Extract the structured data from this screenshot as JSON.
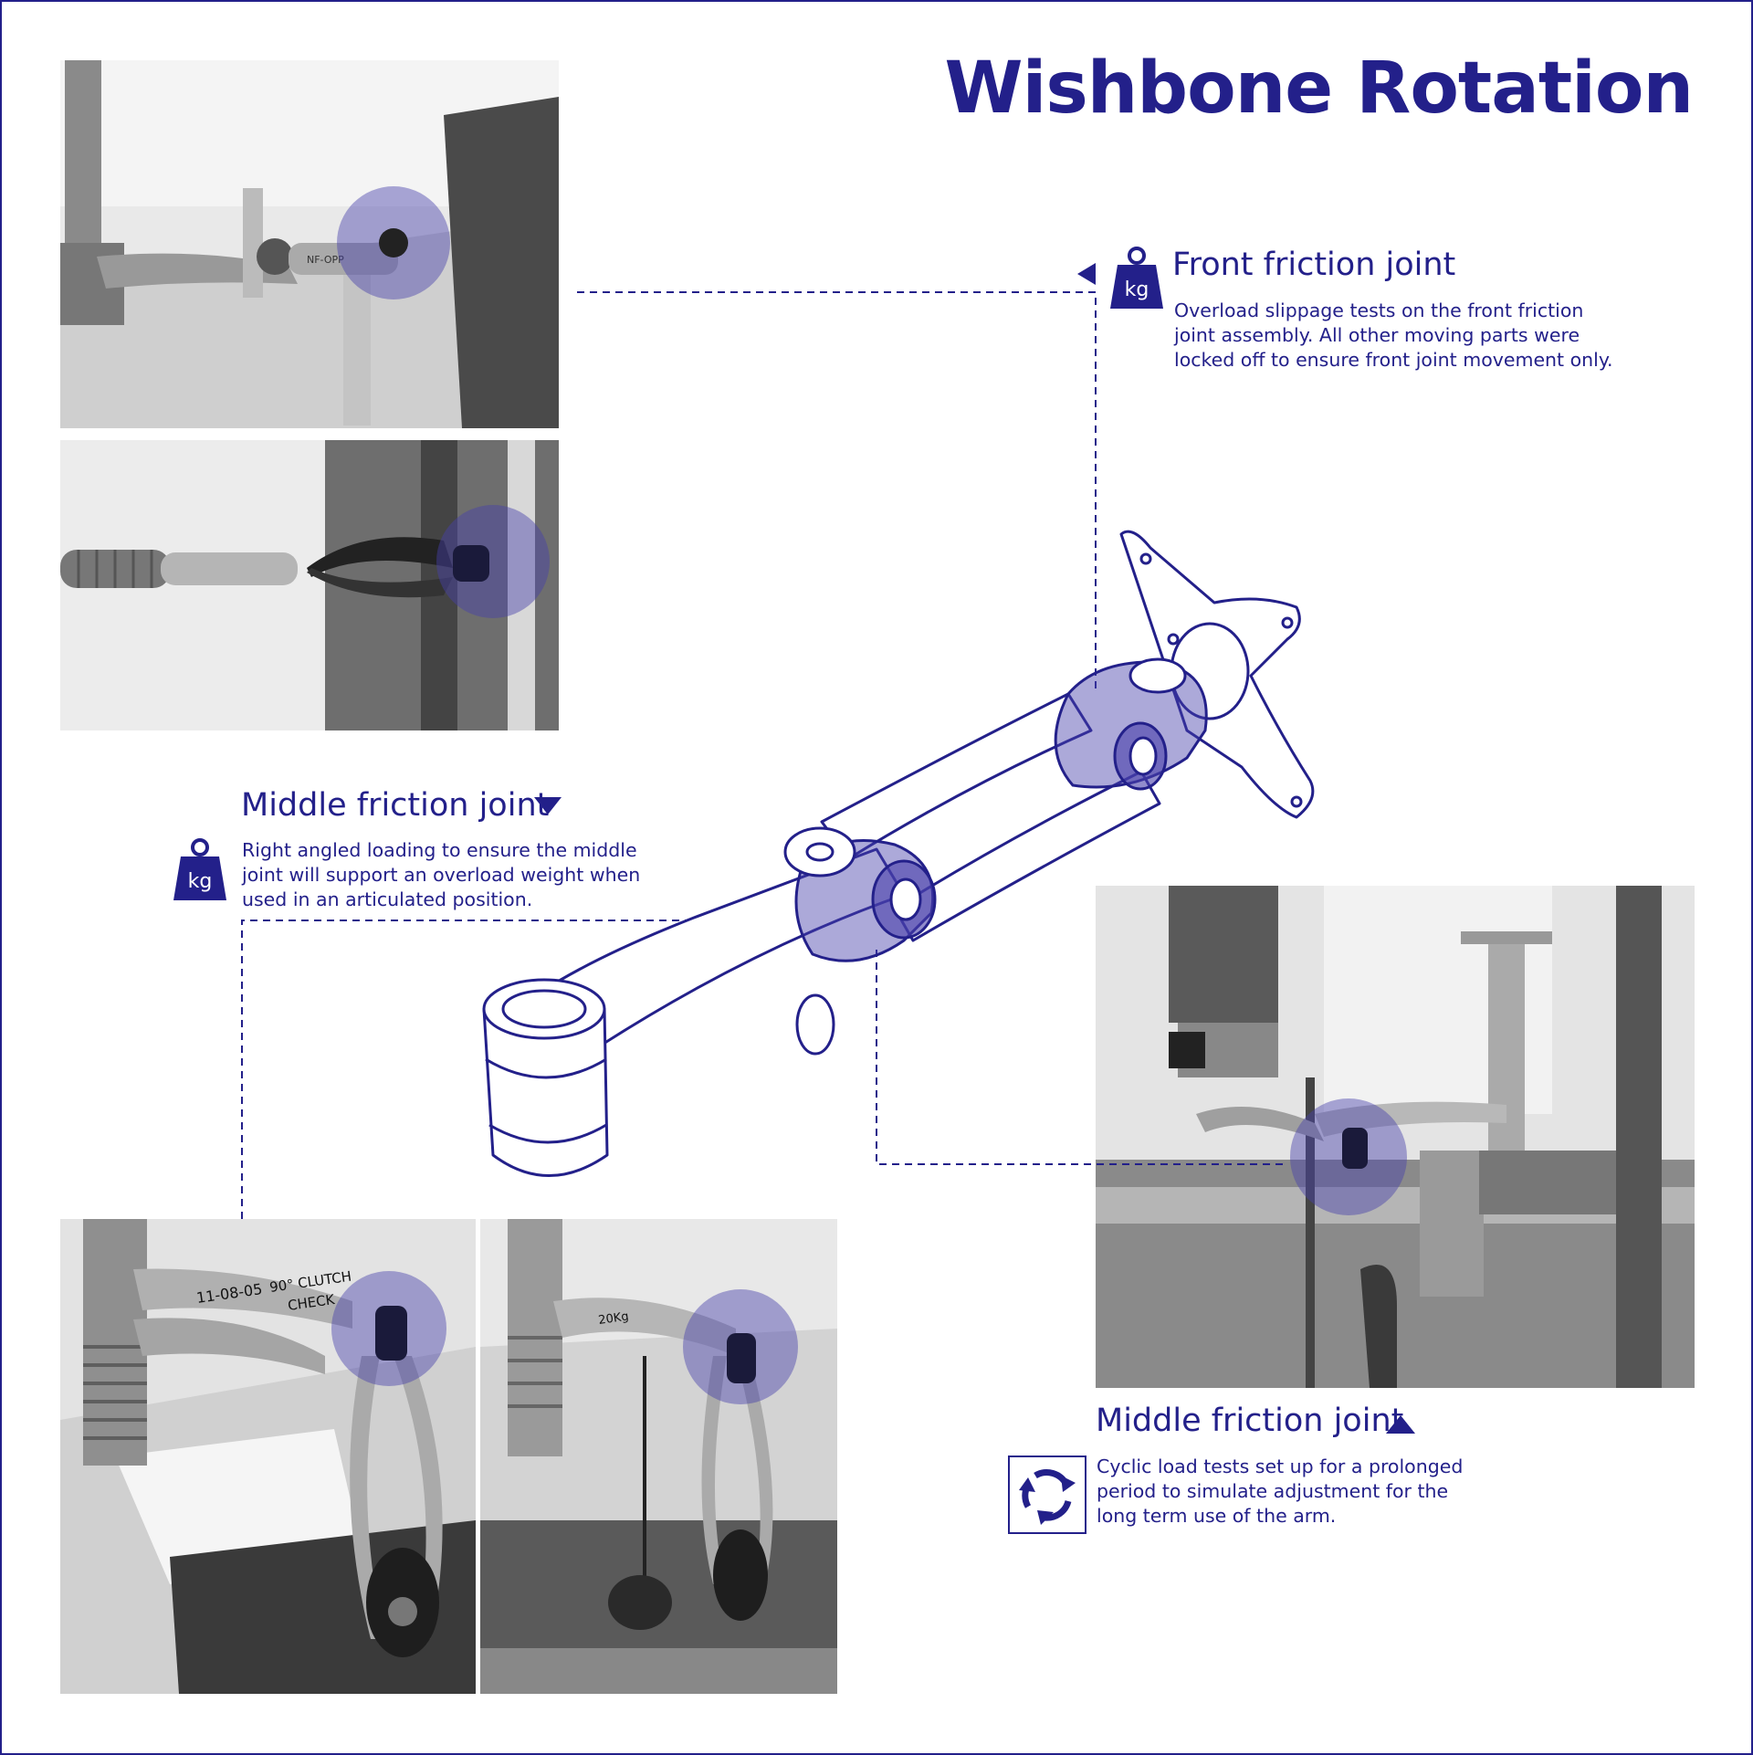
{
  "title": "Wishbone Rotation",
  "colors": {
    "accent": "#23208a",
    "highlight": "rgba(72,64,170,0.45)"
  },
  "front_joint": {
    "heading": "Front friction joint",
    "icon": "weight-kg-icon",
    "icon_label": "kg",
    "marker": "triangle-left-icon",
    "description": [
      "Overload slippage tests on the front friction",
      "joint assembly. All other moving parts were",
      "locked off to ensure front joint movement only."
    ]
  },
  "middle_joint_top": {
    "heading": "Middle friction joint",
    "icon": "weight-kg-icon",
    "icon_label": "kg",
    "marker": "triangle-down-icon",
    "description": [
      "Right angled loading to ensure the middle",
      "joint will support an overload weight when",
      "used in an articulated position."
    ]
  },
  "middle_joint_bottom": {
    "heading": "Middle friction joint",
    "icon": "cyclic-arrows-icon",
    "marker": "triangle-up-icon",
    "description": [
      "Cyclic load tests set up for a prolonged",
      "period to simulate adjustment for the",
      "long term use of the arm."
    ]
  },
  "photos": {
    "photo_notes": {
      "p1_note": "NF-OPP",
      "p4_note_1": "90° CLUTCH",
      "p4_note_2": "CHECK",
      "p4_note_3": "11-08-05",
      "p5_note": "20Kg"
    }
  },
  "diagram": {
    "name": "monitor-arm-line-drawing"
  }
}
